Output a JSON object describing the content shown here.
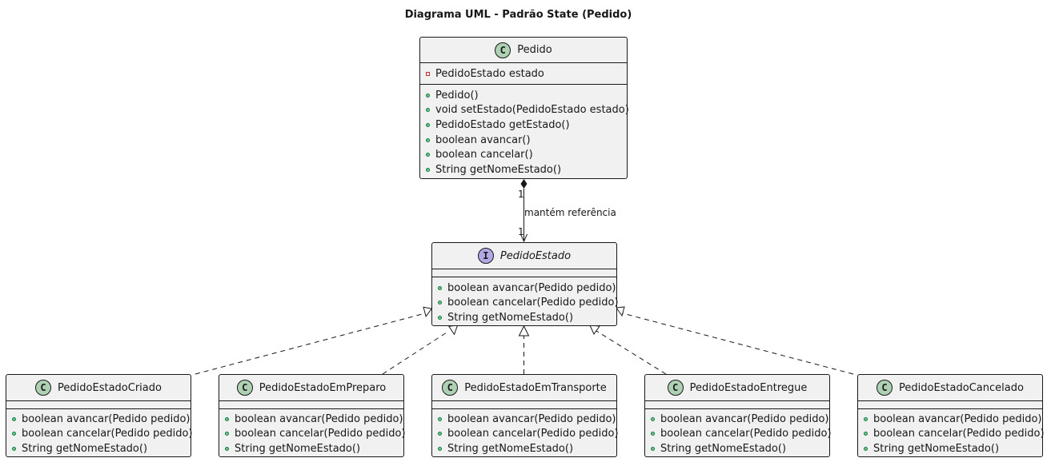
{
  "title": "Diagrama UML - Padrão State (Pedido)",
  "pedido": {
    "stereotype": "C",
    "name": "Pedido",
    "fields": [
      {
        "visibility": "private",
        "text": "PedidoEstado estado"
      }
    ],
    "methods": [
      {
        "visibility": "public",
        "text": "Pedido()"
      },
      {
        "visibility": "public",
        "text": "void setEstado(PedidoEstado estado)"
      },
      {
        "visibility": "public",
        "text": "PedidoEstado getEstado()"
      },
      {
        "visibility": "public",
        "text": "boolean avancar()"
      },
      {
        "visibility": "public",
        "text": "boolean cancelar()"
      },
      {
        "visibility": "public",
        "text": "String getNomeEstado()"
      }
    ]
  },
  "interface": {
    "stereotype": "I",
    "name": "PedidoEstado",
    "methods": [
      {
        "visibility": "public",
        "text": "boolean avancar(Pedido pedido)"
      },
      {
        "visibility": "public",
        "text": "boolean cancelar(Pedido pedido)"
      },
      {
        "visibility": "public",
        "text": "String getNomeEstado()"
      }
    ]
  },
  "association": {
    "label": "mantém referência",
    "source_multiplicity": "1",
    "target_multiplicity": "1"
  },
  "implementations": [
    {
      "stereotype": "C",
      "name": "PedidoEstadoCriado",
      "methods": [
        "boolean avancar(Pedido pedido)",
        "boolean cancelar(Pedido pedido)",
        "String getNomeEstado()"
      ]
    },
    {
      "stereotype": "C",
      "name": "PedidoEstadoEmPreparo",
      "methods": [
        "boolean avancar(Pedido pedido)",
        "boolean cancelar(Pedido pedido)",
        "String getNomeEstado()"
      ]
    },
    {
      "stereotype": "C",
      "name": "PedidoEstadoEmTransporte",
      "methods": [
        "boolean avancar(Pedido pedido)",
        "boolean cancelar(Pedido pedido)",
        "String getNomeEstado()"
      ]
    },
    {
      "stereotype": "C",
      "name": "PedidoEstadoEntregue",
      "methods": [
        "boolean avancar(Pedido pedido)",
        "boolean cancelar(Pedido pedido)",
        "String getNomeEstado()"
      ]
    },
    {
      "stereotype": "C",
      "name": "PedidoEstadoCancelado",
      "methods": [
        "boolean avancar(Pedido pedido)",
        "boolean cancelar(Pedido pedido)",
        "String getNomeEstado()"
      ]
    }
  ],
  "colors": {
    "class_fill": "#f1f1f1",
    "border": "#181818",
    "class_stereotype": "#add1b2",
    "interface_stereotype": "#b4a7e5",
    "public_marker": "#84be84",
    "private_marker": "#c82930"
  }
}
